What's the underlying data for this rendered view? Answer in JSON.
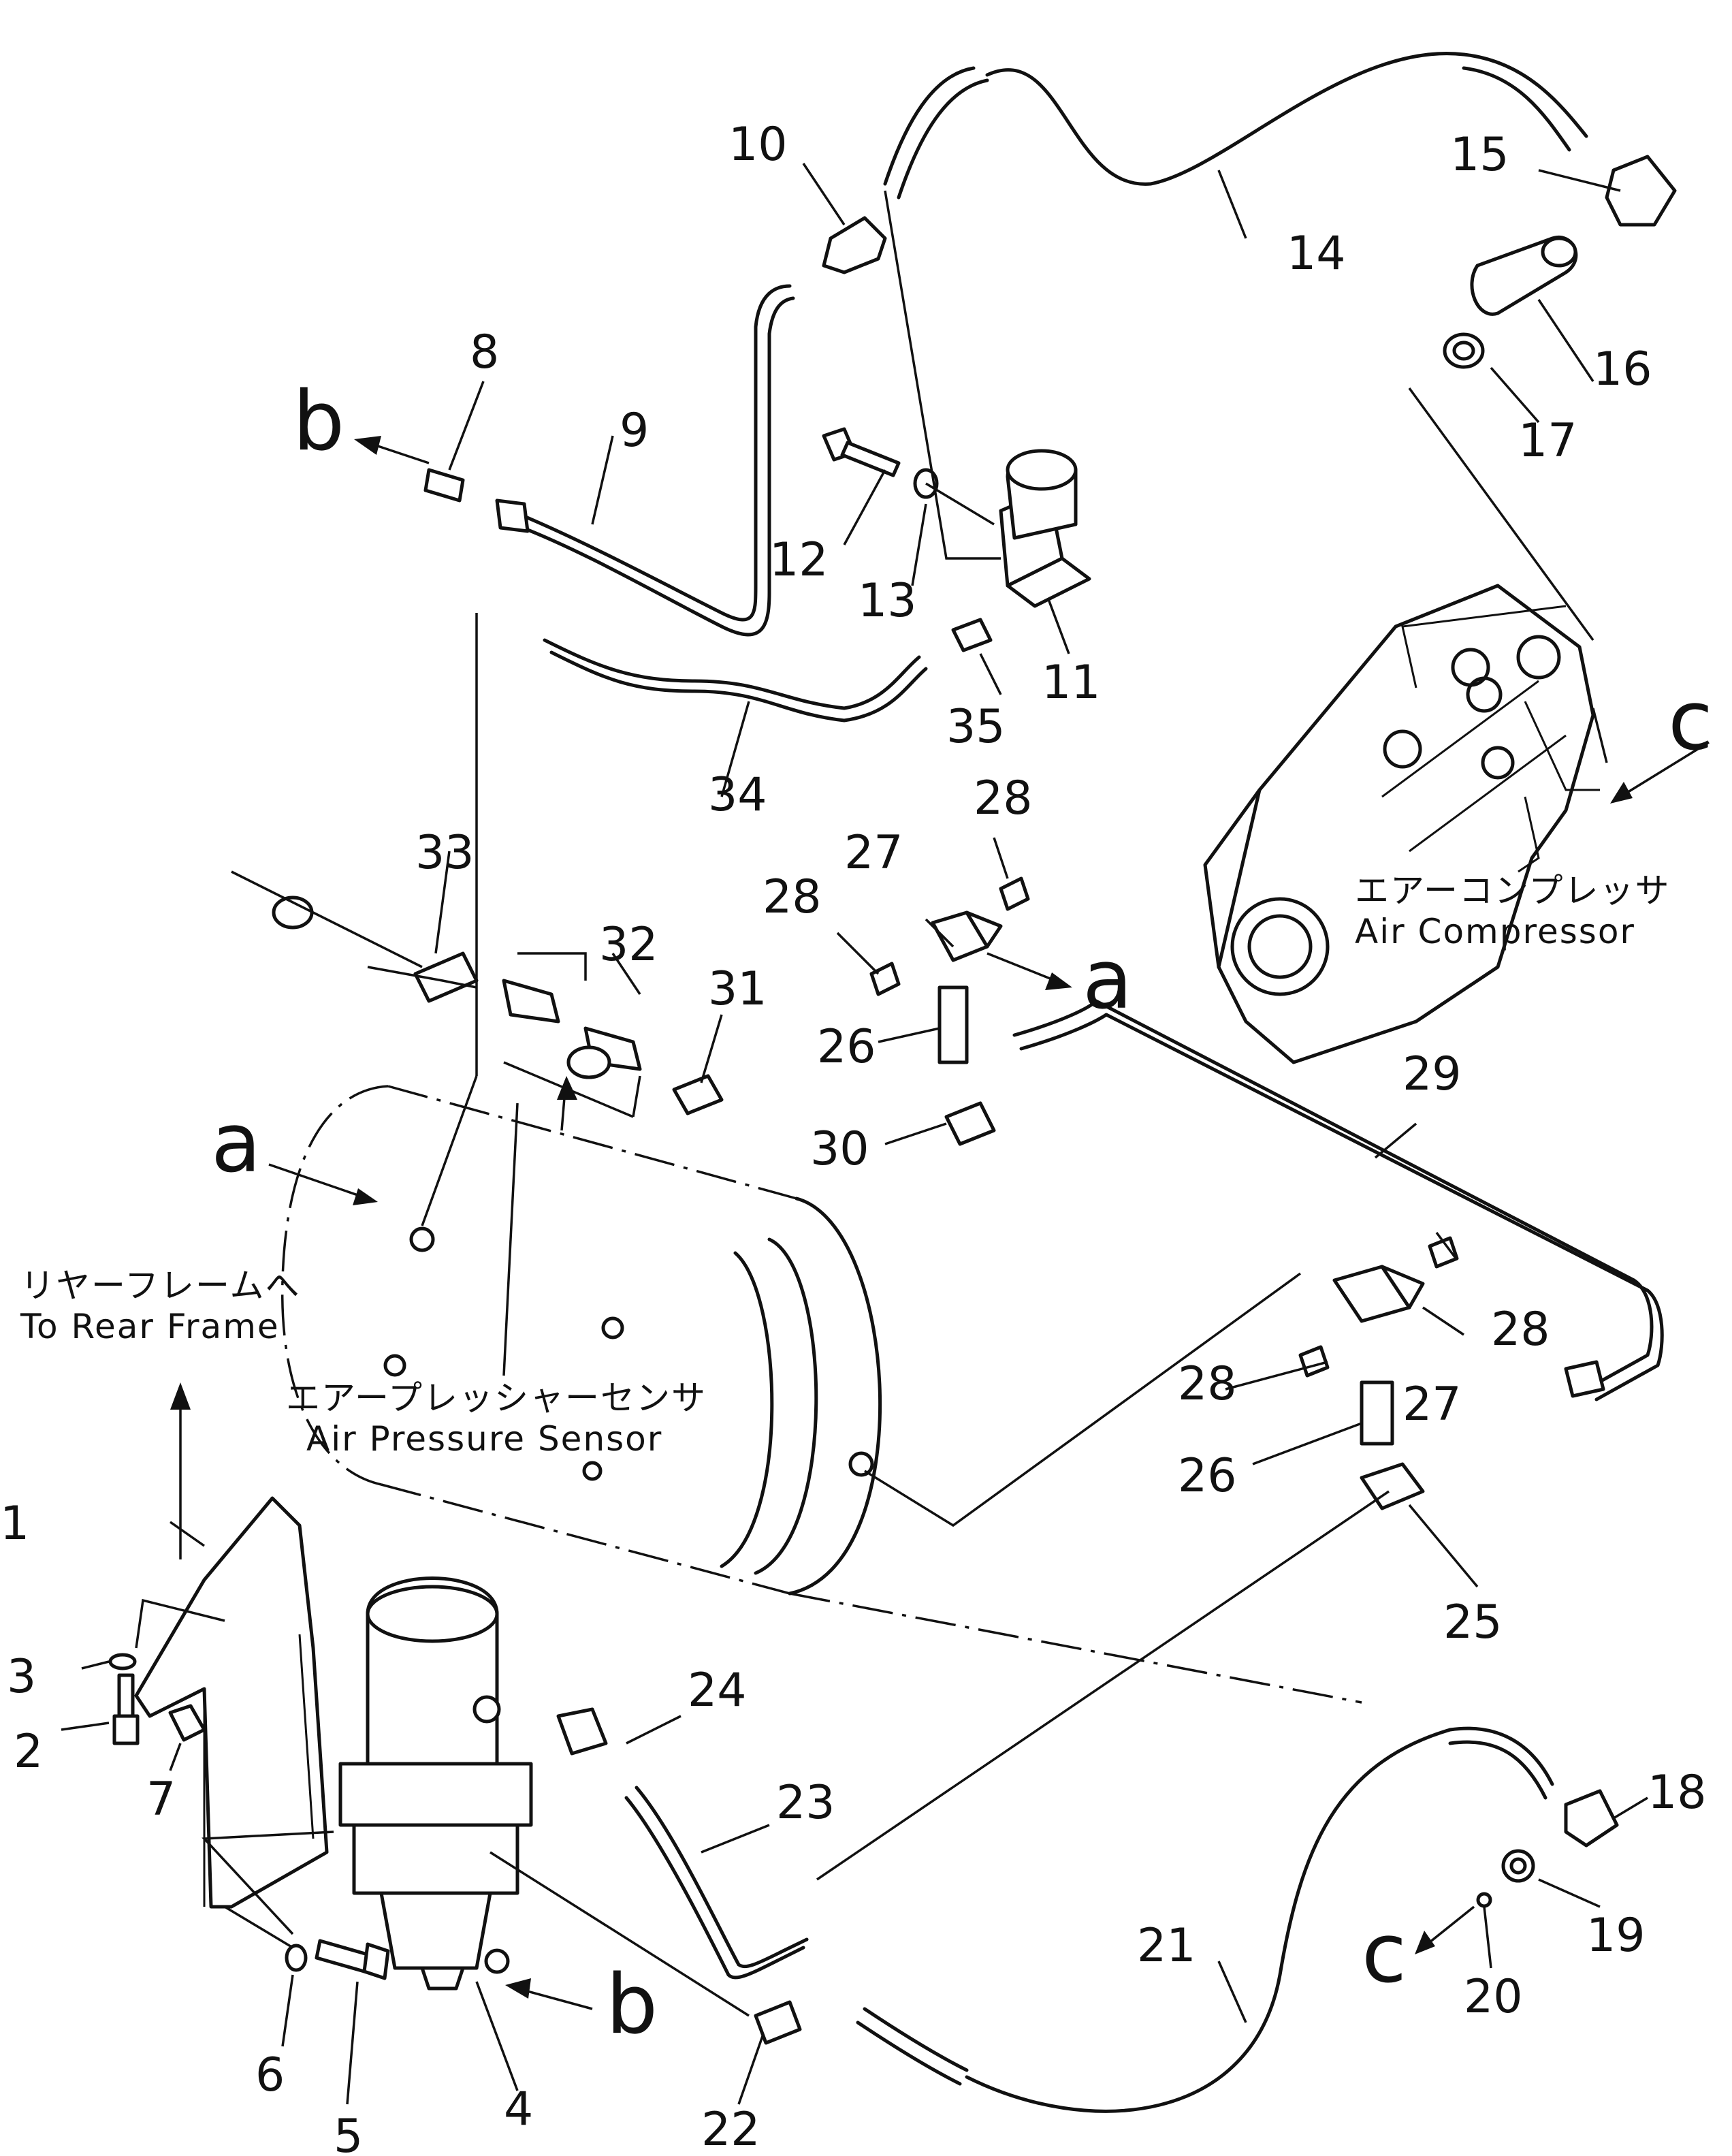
{
  "parts": {
    "p1": "1",
    "p2": "2",
    "p3": "3",
    "p4": "4",
    "p5": "5",
    "p6": "6",
    "p7": "7",
    "p8": "8",
    "p9": "9",
    "p10": "10",
    "p11": "11",
    "p12": "12",
    "p13": "13",
    "p14": "14",
    "p15": "15",
    "p16": "16",
    "p17": "17",
    "p18": "18",
    "p19": "19",
    "p20": "20",
    "p21": "21",
    "p22": "22",
    "p23": "23",
    "p24": "24",
    "p25": "25",
    "p26": "26",
    "p27": "27",
    "p28": "28",
    "p29": "29",
    "p30": "30",
    "p31": "31",
    "p32": "32",
    "p33": "33",
    "p34": "34",
    "p35": "35"
  },
  "refs": {
    "a": "a",
    "b": "b",
    "c": "c"
  },
  "captions": {
    "compressor_jp": "エアーコンプレッサ",
    "compressor_en": "Air Compressor",
    "sensor_jp": "エアープレッシャーセンサ",
    "sensor_en": "Air Pressure Sensor",
    "rear_frame_jp": "リヤーフレームへ",
    "rear_frame_en": "To Rear Frame"
  }
}
